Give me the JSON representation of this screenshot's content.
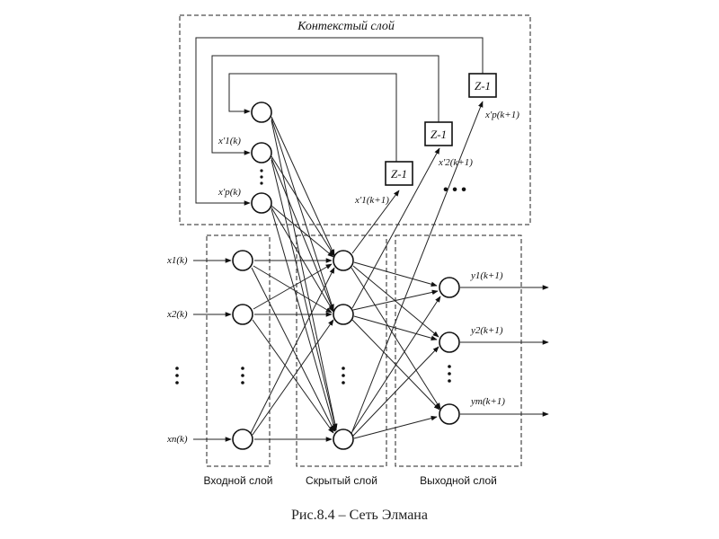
{
  "context_label": "Контекстый слой",
  "layers": {
    "input": "Входной слой",
    "hidden": "Скрытый слой",
    "output": "Выходной слой"
  },
  "caption": "Рис.8.4 – Сеть Элмана",
  "inputs": [
    "x1(k)",
    "x2(k)",
    "xn(k)"
  ],
  "outputs": [
    "y1(k+1)",
    "y2(k+1)",
    "ym(k+1)"
  ],
  "context_inputs": [
    "x'1(k)",
    "x'p(k)"
  ],
  "delays": [
    "Z-1",
    "Z-1",
    "Z-1"
  ],
  "delay_outputs": [
    "x'1(k+1)",
    "x'2(k+1)",
    "x'p(k+1)"
  ],
  "ellipsis": "• • •"
}
